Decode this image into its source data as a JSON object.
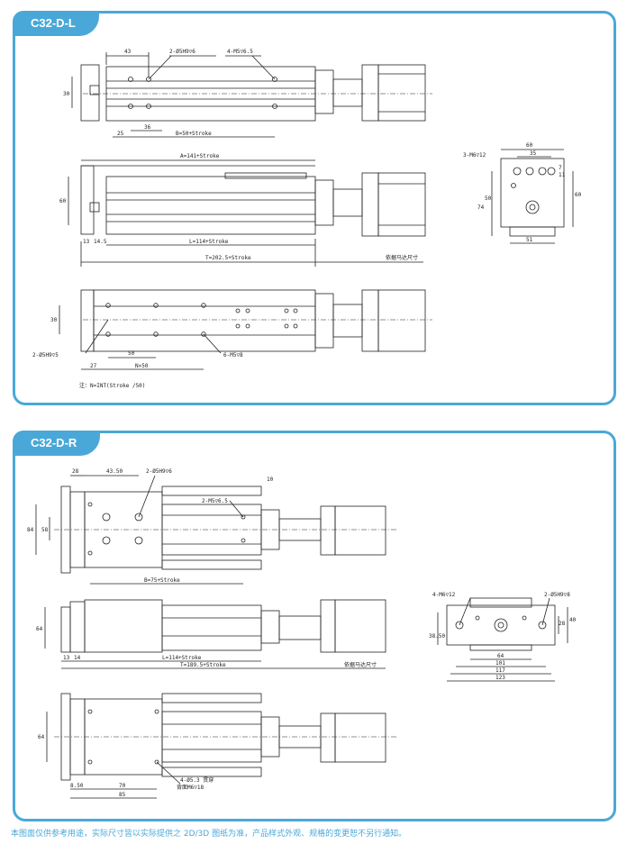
{
  "section1": {
    "tab": "C32-D-L",
    "top": {
      "d43": "43",
      "hole1": "2-Ø5H9▽6",
      "hole2": "4-M5▽6.5",
      "d30": "30",
      "d36": "36",
      "d25": "25",
      "B": "B=50+Stroke"
    },
    "side": {
      "A": "A=141+Stroke",
      "d60": "60",
      "d13": "13",
      "d14": "14.5",
      "L": "L=114+Stroke",
      "T": "T=202.5+Stroke",
      "motor": "依据马达尺寸"
    },
    "bottom": {
      "d30": "30",
      "hole1": "2-Ø5H9▽5",
      "hole2": "6-M5▽8",
      "d27": "27",
      "d50": "50",
      "n50": "N×50"
    },
    "end": {
      "d60": "60",
      "d35": "35",
      "m6": "3-M6▽12",
      "d11": "11",
      "d7": "7",
      "d74": "74",
      "d50": "50",
      "d60r": "60",
      "d51": "51"
    },
    "note": "注：N=INT(Stroke /50)"
  },
  "section2": {
    "tab": "C32-D-R",
    "top": {
      "d28": "28",
      "d4350": "43.50",
      "hole1": "2-Ø5H9▽6",
      "hole2": "2-M5▽6.5",
      "d10": "10",
      "d84": "84",
      "d58": "58",
      "B": "B=75+Stroke"
    },
    "side": {
      "d64": "64",
      "d13": "13",
      "d14": "14",
      "L": "L=114+Stroke",
      "T": "T=189.5+Stroke",
      "motor": "依据马达尺寸"
    },
    "bottom": {
      "d64": "64",
      "hole": "4-Ø5.3 贯穿",
      "hole_b": "背面M6▽18",
      "d850": "8.50",
      "d70": "70",
      "d85": "85"
    },
    "end": {
      "m6": "4-M6▽12",
      "hole": "2-Ø5H9▽8",
      "d3850": "38.50",
      "d28": "28",
      "d40": "40",
      "d64": "64",
      "d101": "101",
      "d117": "117",
      "d123": "123"
    }
  },
  "footnote": "本图面仅供参考用途，实际尺寸皆以实际提供之 2D/3D 图纸为准，产品样式外观、规格的变更恕不另行通知。"
}
